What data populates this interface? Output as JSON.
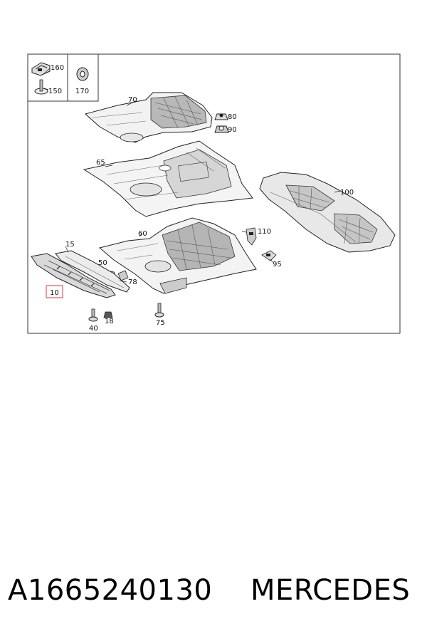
{
  "diagram": {
    "callouts": {
      "c160": "160",
      "c150": "150",
      "c170": "170",
      "c70": "70",
      "c80": "80",
      "c90": "90",
      "c65": "65",
      "c100": "100",
      "c60": "60",
      "c110": "110",
      "c15": "15",
      "c50": "50",
      "c78": "78",
      "c95": "95",
      "c10": "10",
      "c40": "40",
      "c18": "18",
      "c75": "75"
    },
    "highlight_color": "#e05a5a",
    "frame_color": "#333333"
  },
  "footer": {
    "part_number": "A1665240130",
    "brand": "MERCEDES"
  }
}
